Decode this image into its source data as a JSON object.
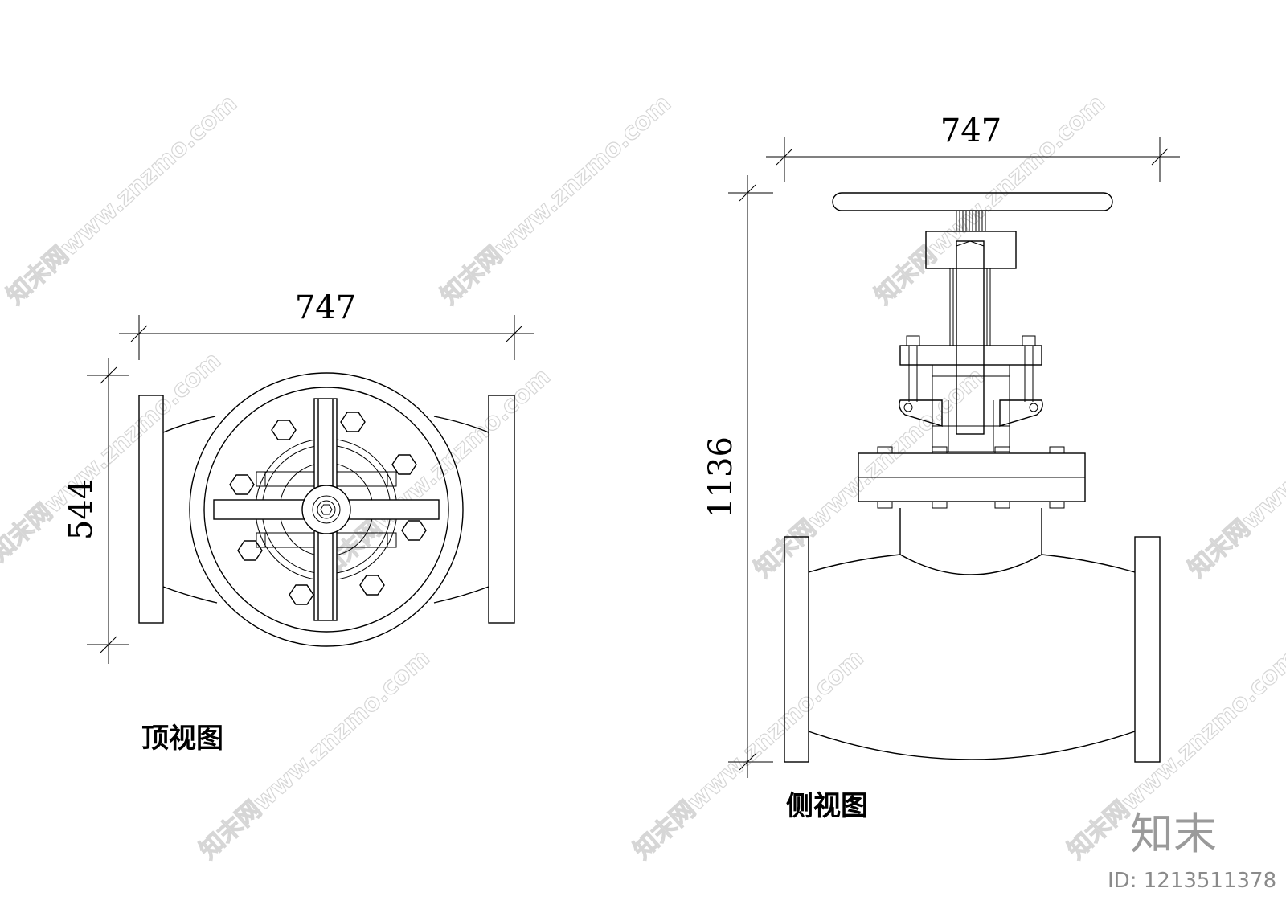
{
  "top_view": {
    "caption": "顶视图",
    "width_dim": "747",
    "height_dim": "544"
  },
  "side_view": {
    "caption": "侧视图",
    "width_dim": "747",
    "height_dim": "1136"
  },
  "watermark": {
    "text": "知末网www.znzmo.com"
  },
  "branding": {
    "logo": "知末",
    "id_label": "ID: 1213511378"
  }
}
